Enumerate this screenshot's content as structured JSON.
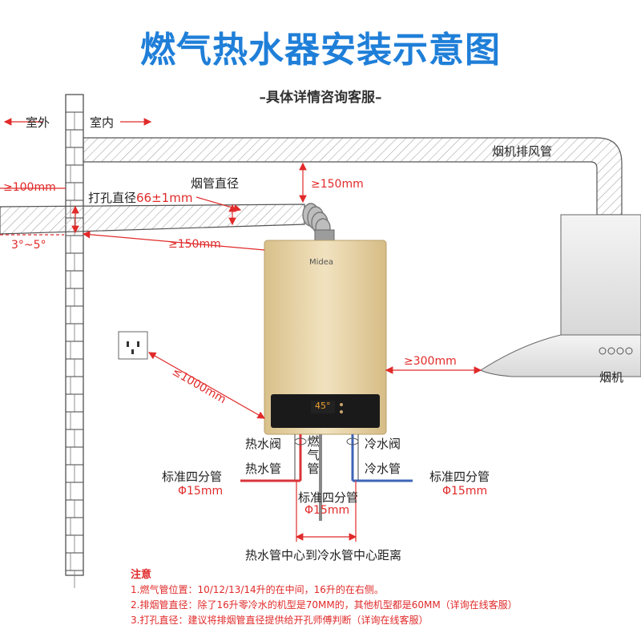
{
  "header": {
    "title": "燃气热水器安装示意图",
    "subtitle": "–具体详情咨询客服–"
  },
  "labels": {
    "outdoor": "室外",
    "indoor": "室内",
    "range_hood_duct": "烟机排风管",
    "flue_diameter": "烟管直径",
    "hole_diameter_label": "打孔直径",
    "hole_diameter_value": "66±1mm",
    "wall_dist_100": "≥100mm",
    "ceiling_dist_150": "≥150mm",
    "slope": "3°~5°",
    "flue_bottom_150": "≥150mm",
    "socket_dist": "≤1000mm",
    "hood_dist": "≥300mm",
    "range_hood": "烟机",
    "brand": "Midea",
    "display_value": "45°",
    "hot_valve": "热水阀",
    "cold_valve": "冷水阀",
    "gas_pipe": "燃气管",
    "hot_pipe": "热水管",
    "cold_pipe": "冷水管",
    "std_pipe_left": "标准四分管",
    "std_pipe_left_dia": "Φ15mm",
    "std_pipe_mid": "标准四分管",
    "std_pipe_mid_dia": "Φ15mm",
    "std_pipe_right": "标准四分管",
    "std_pipe_right_dia": "Φ15mm",
    "center_distance": "热水管中心到冷水管中心距离"
  },
  "notes": {
    "heading": "注意",
    "items": [
      "1.燃气管位置：10/12/13/14升的在中间，16升的在右侧。",
      "2.排烟管直径：除了16升零冷水的机型是70MM的，其他机型都是60MM（详询在线客服）",
      "3.打孔直径：建议将排烟管直径提供给开孔师傅判断（详询在线客服）"
    ]
  },
  "colors": {
    "title_blue": "#1f7fd8",
    "dimension_red": "#e12a2a",
    "heater_gold": "#e6d3a8",
    "hot_pipe_red": "#d8343a",
    "cold_pipe_blue": "#3d64b8"
  }
}
